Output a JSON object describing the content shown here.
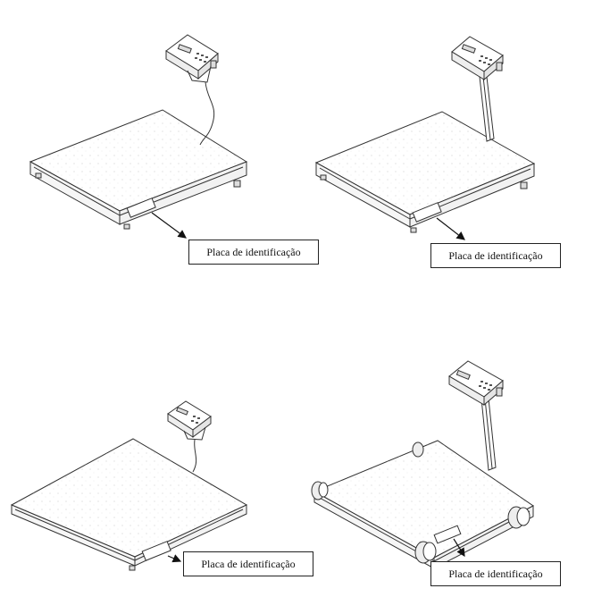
{
  "labels": {
    "scale_1": "Placa de identificação",
    "scale_2": "Placa de identificação",
    "scale_3": "Placa de identificação",
    "scale_4": "Placa de identificação"
  },
  "colors": {
    "line": "#333333",
    "shade": "#cccccc"
  }
}
